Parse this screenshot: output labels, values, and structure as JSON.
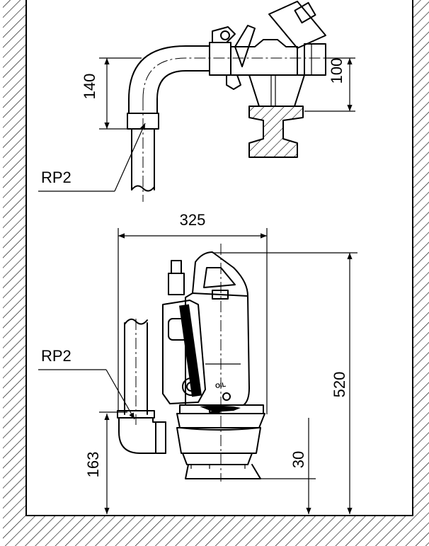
{
  "dimensions": {
    "pipe_bend_height": "140",
    "valve_height": "100",
    "pump_width": "325",
    "pump_height": "520",
    "inlet_height": "163",
    "foot_clearance": "30"
  },
  "labels": {
    "upper_thread": "RP2",
    "lower_thread": "RP2",
    "oil_marking": "OIL"
  },
  "colors": {
    "line": "#000000",
    "background": "#ffffff"
  }
}
